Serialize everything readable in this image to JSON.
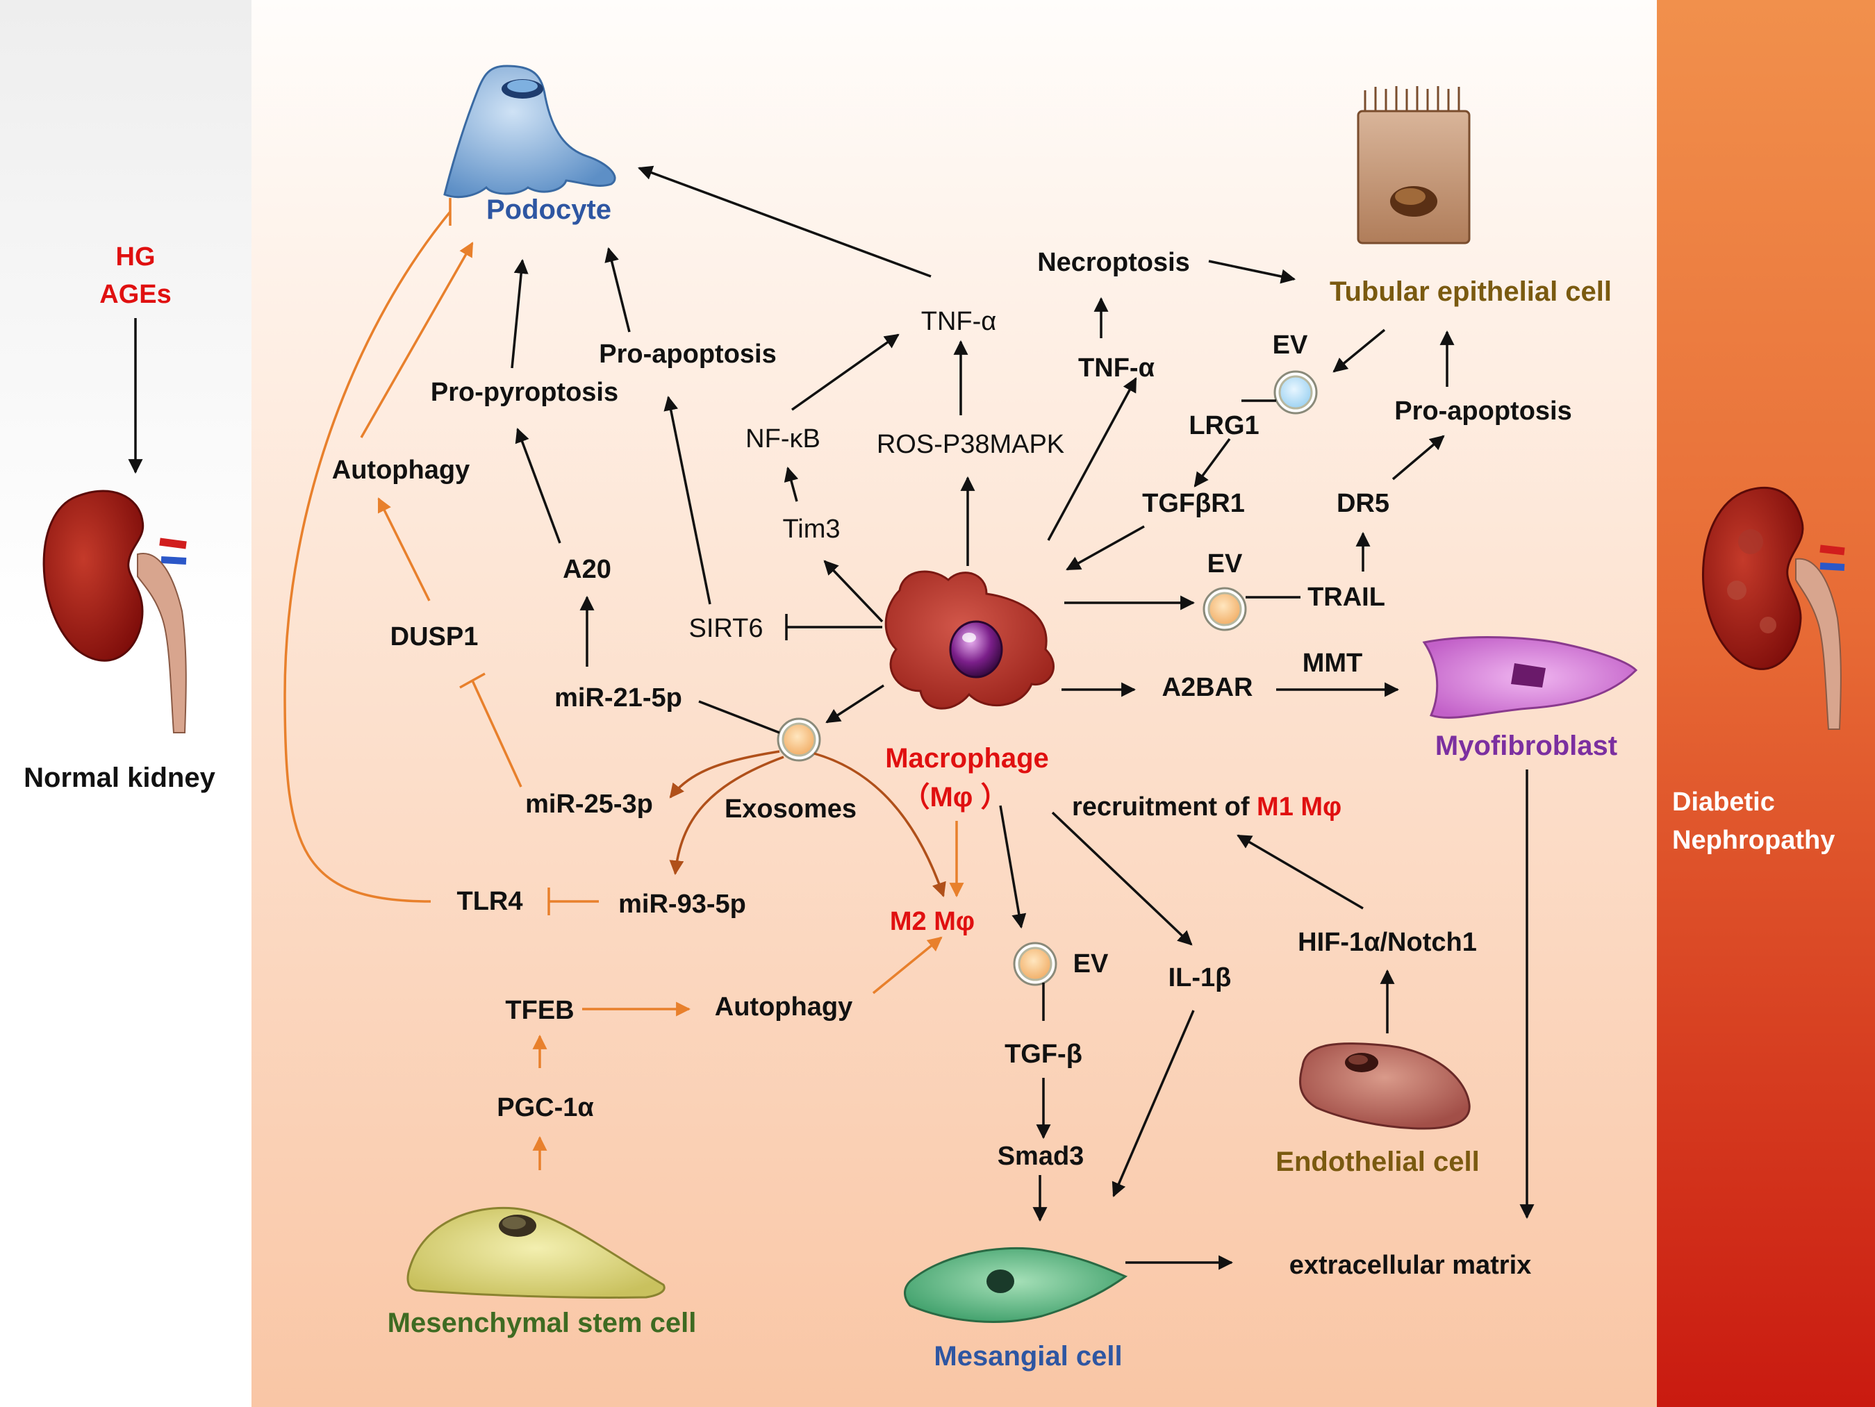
{
  "left_panel": {
    "stimulus_line1": "HG",
    "stimulus_line2": "AGEs",
    "label": "Normal kidney"
  },
  "right_panel": {
    "label_line1": "Diabetic",
    "label_line2": "Nephropathy"
  },
  "cells": {
    "podocyte": "Podocyte",
    "tubular": "Tubular epithelial cell",
    "macrophage_line1": "Macrophage",
    "macrophage_line2": "（Mφ ）",
    "myofibroblast": "Myofibroblast",
    "mesangial": "Mesangial cell",
    "endothelial": "Endothelial cell",
    "msc": "Mesenchymal stem cell"
  },
  "nodes": {
    "tnf_top": "TNF-α",
    "necroptosis": "Necroptosis",
    "tnf_right": "TNF-α",
    "pro_apoptosis_left": "Pro-apoptosis",
    "pro_pyroptosis": "Pro-pyroptosis",
    "autophagy_left": "Autophagy",
    "nfkb": "NF-κB",
    "ros": "ROS-P38MAPK",
    "tim3": "Tim3",
    "a20": "A20",
    "sirt6": "SIRT6",
    "dusp1": "DUSP1",
    "mir21": "miR-21-5p",
    "mir25": "miR-25-3p",
    "exosomes": "Exosomes",
    "tlr4": "TLR4",
    "mir93": "miR-93-5p",
    "m2_macrophage": "M2 Mφ",
    "ev_tubular": "EV",
    "lrg1": "LRG1",
    "tgfbr1": "TGFβR1",
    "pro_apoptosis_right": "Pro-apoptosis",
    "dr5": "DR5",
    "ev_trail": "EV",
    "trail": "TRAIL",
    "a2bar": "A2BAR",
    "mmt": "MMT",
    "recruitment_prefix": "recruitment of",
    "recruitment_m1": "M1 Mφ",
    "hif": "HIF-1α/Notch1",
    "ev_mesangial": "EV",
    "il1b": "IL-1β",
    "tgfb": "TGF-β",
    "smad3": "Smad3",
    "ecm": "extracellular matrix",
    "tfeb": "TFEB",
    "autophagy_msc": "Autophagy",
    "pgc1a": "PGC-1α"
  },
  "colors": {
    "black_arrow": "#111111",
    "orange_arrow": "#e8802c",
    "brown_arrow": "#b0501a",
    "podocyte_text": "#2e56a2",
    "tubular_text": "#7a5a10",
    "macrophage_text": "#e01010",
    "myofibroblast_text": "#7b2fa0",
    "msc_text": "#3e6b22",
    "diabetic_panel": "#e76a35"
  }
}
